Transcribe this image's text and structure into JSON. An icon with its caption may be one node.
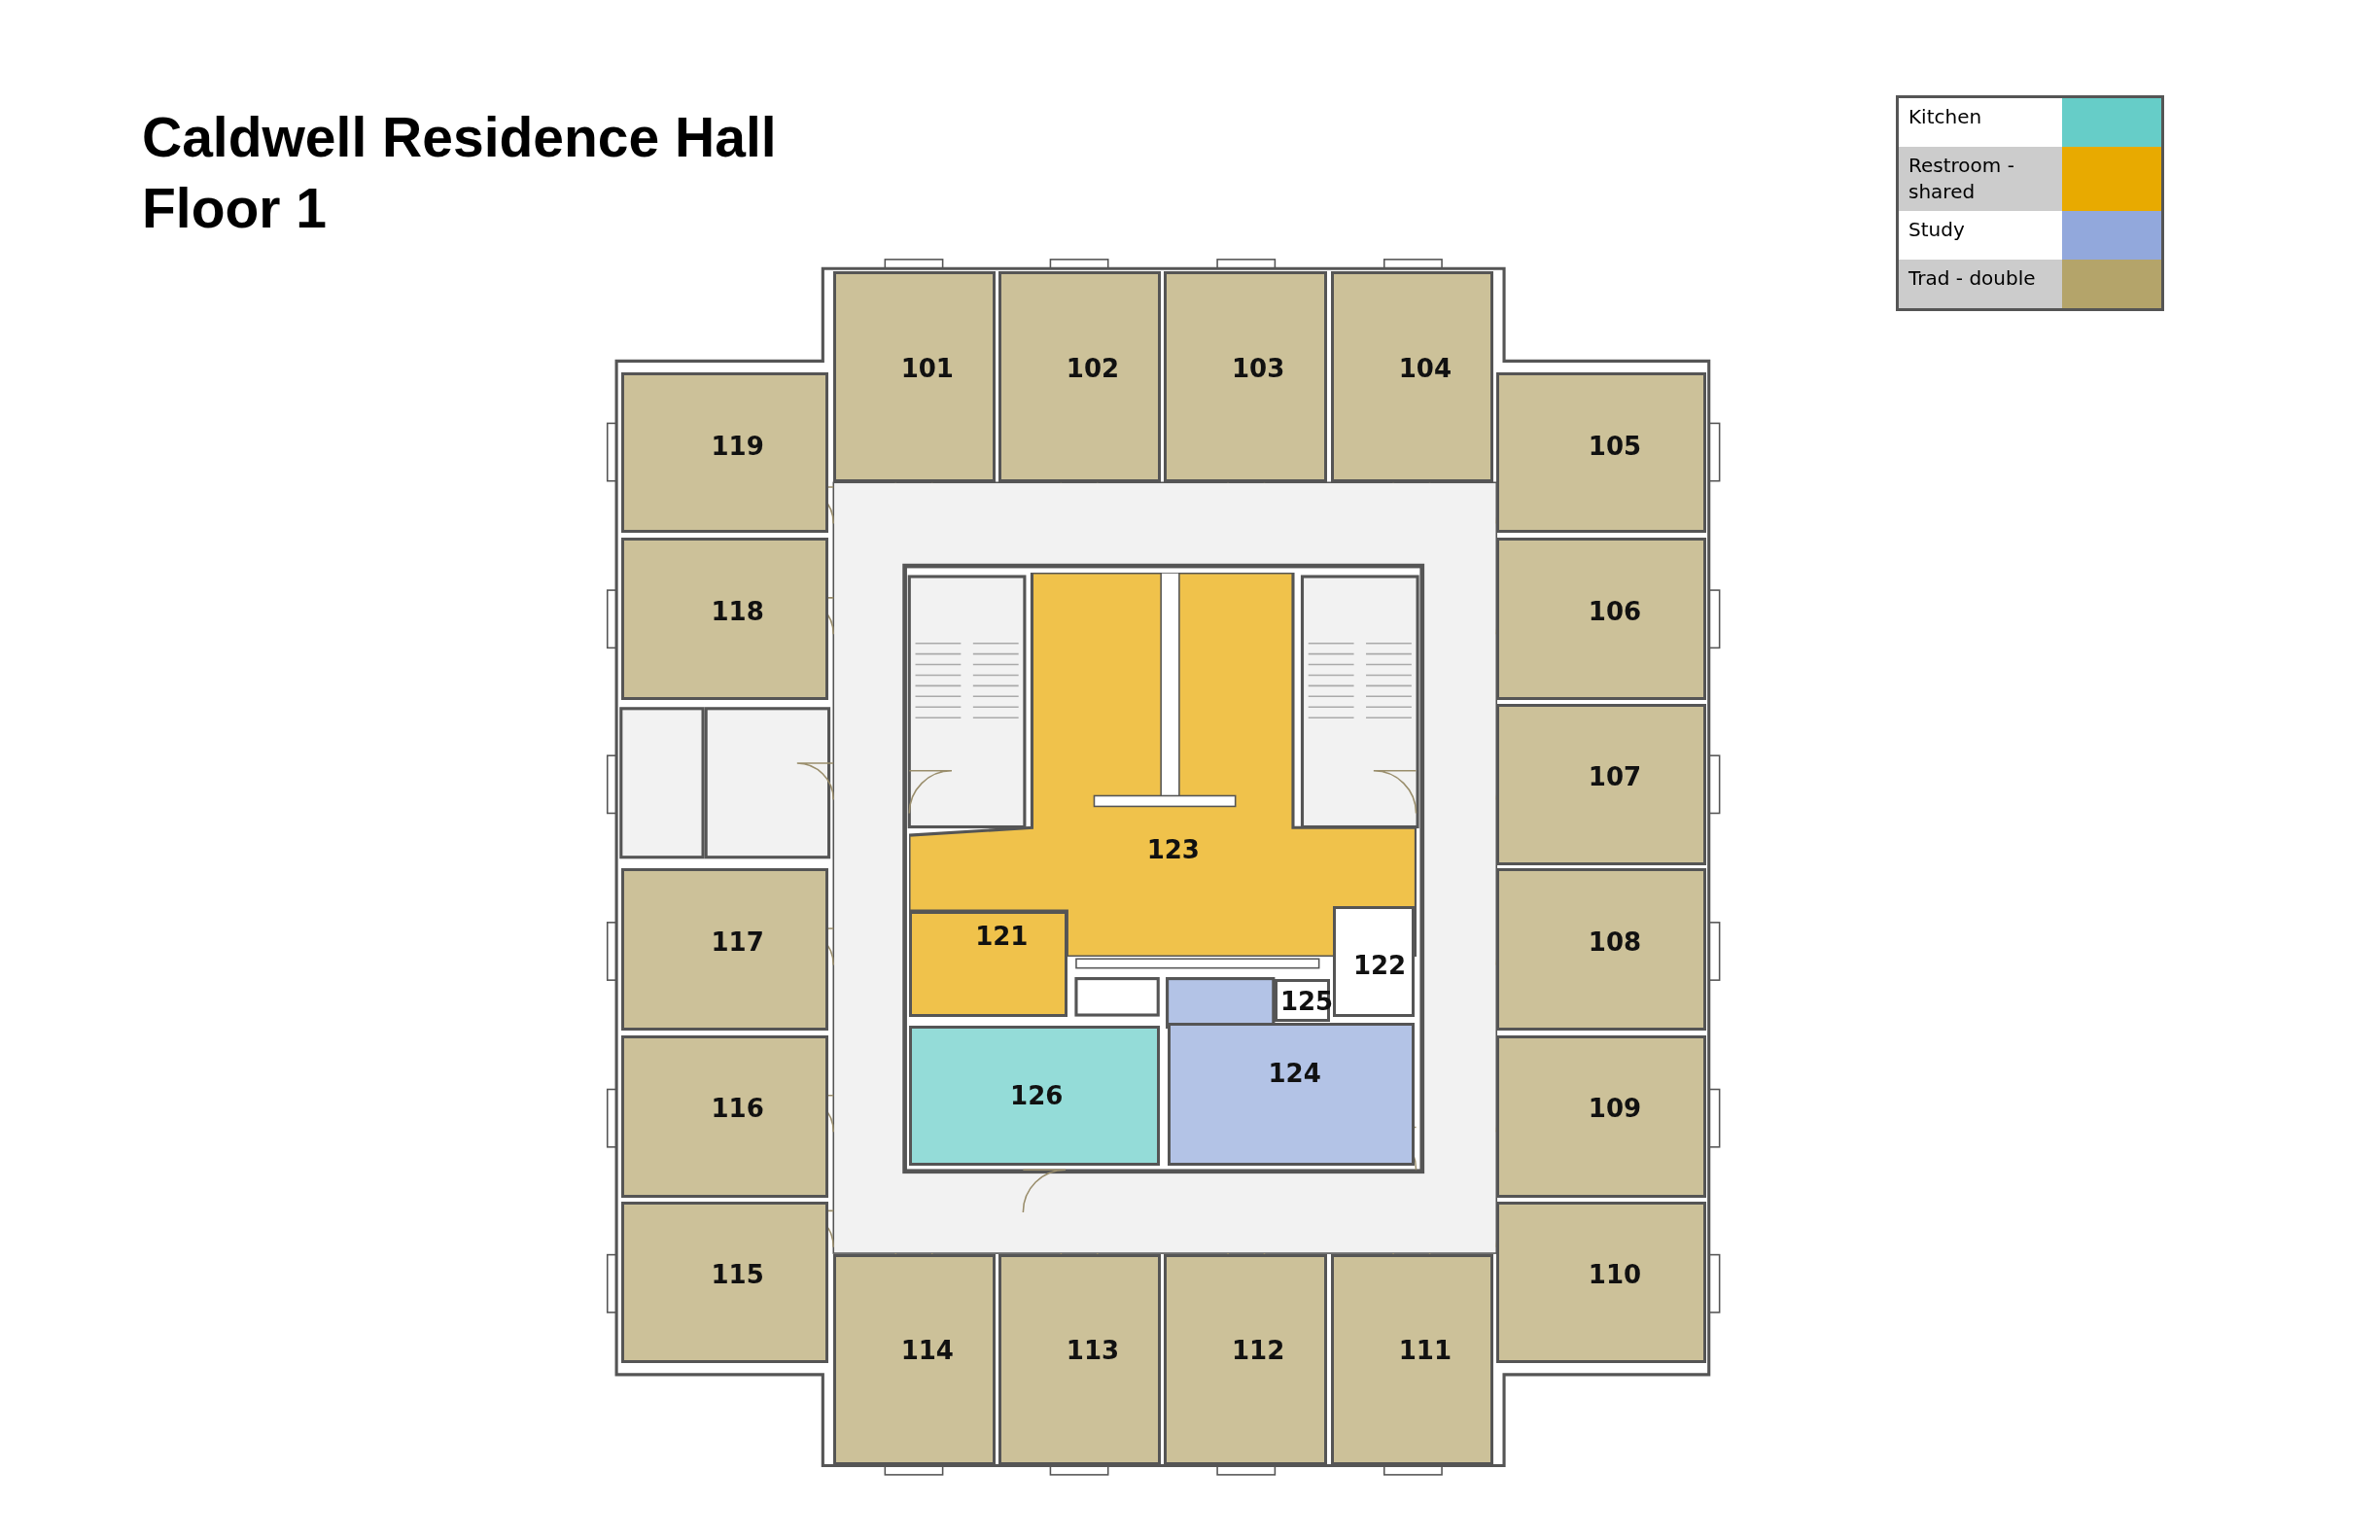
{
  "diagram": {
    "title": "Caldwell Residence Hall Floor 1",
    "nodes": [
      {
        "text": [
          "101"
        ]
      },
      {
        "text": [
          "102"
        ]
      },
      {
        "text": [
          "103"
        ]
      },
      {
        "text": [
          "104"
        ]
      },
      {
        "text": [
          "119"
        ]
      },
      {
        "text": [
          "105"
        ]
      },
      {
        "text": [
          "118"
        ]
      },
      {
        "text": [
          "106"
        ]
      },
      {
        "text": [
          "123"
        ]
      },
      {
        "text": [
          "107"
        ]
      },
      {
        "text": [
          "121"
        ]
      },
      {
        "text": [
          "122"
        ]
      },
      {
        "text": [
          "117"
        ]
      },
      {
        "text": [
          "108"
        ]
      },
      {
        "text": [
          "125"
        ]
      },
      {
        "text": [
          "124"
        ]
      },
      {
        "text": [
          "126"
        ]
      },
      {
        "text": [
          "116"
        ]
      },
      {
        "text": [
          "109"
        ]
      },
      {
        "text": [
          "115"
        ]
      },
      {
        "text": [
          "110"
        ]
      },
      {
        "text": [
          "114"
        ]
      },
      {
        "text": [
          "113"
        ]
      },
      {
        "text": [
          "112"
        ]
      },
      {
        "text": [
          "111"
        ]
      }
    ],
    "edges": [],
    "legend": [
      {
        "text": "Kitchen",
        "color": "#66cdc8"
      },
      {
        "text": "Restroom - shared",
        "color": "#e8aa00"
      },
      {
        "text": "Study",
        "color": "#92a8dc"
      },
      {
        "text": "Trad - double",
        "color": "#b4a46a"
      }
    ]
  }
}
